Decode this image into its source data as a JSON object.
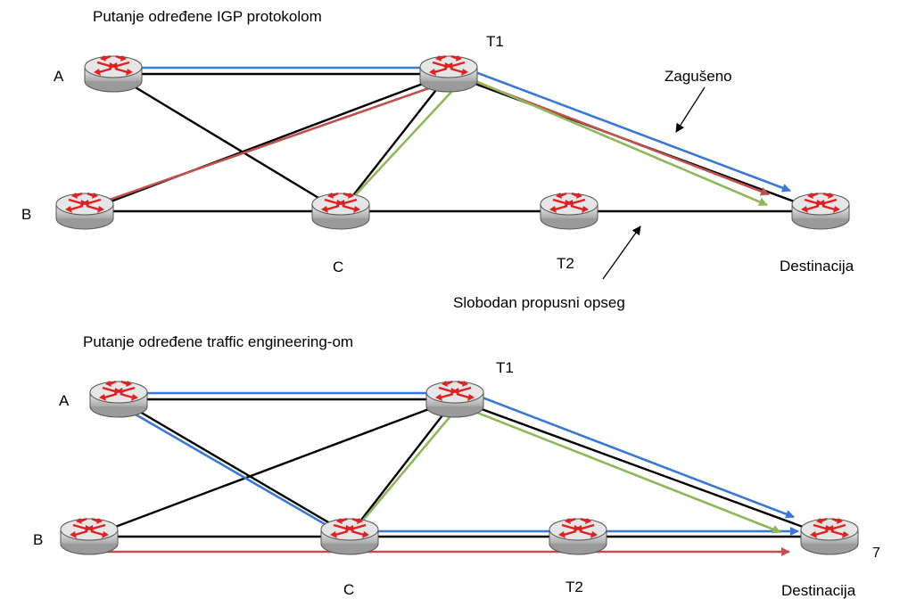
{
  "diagrams": [
    {
      "title": "Putanje određene IGP protokolom",
      "nodes": {
        "A": "A",
        "B": "B",
        "C": "C",
        "T1": "T1",
        "T2": "T2",
        "D": "Destinacija"
      },
      "annotations": {
        "congested": "Zagušeno",
        "free_bandwidth": "Slobodan propusni opseg"
      }
    },
    {
      "title": "Putanje određene traffic engineering-om",
      "nodes": {
        "A": "A",
        "B": "B",
        "C": "C",
        "T1": "T1",
        "T2": "T2",
        "D": "Destinacija"
      }
    }
  ],
  "page_number": "7",
  "colors": {
    "link": "#000000",
    "blue_path": "#3a78d8",
    "red_path": "#c0504d",
    "green_path": "#8fb85a",
    "router_body": "#d0d0d0",
    "router_arrow": "#e02020"
  }
}
